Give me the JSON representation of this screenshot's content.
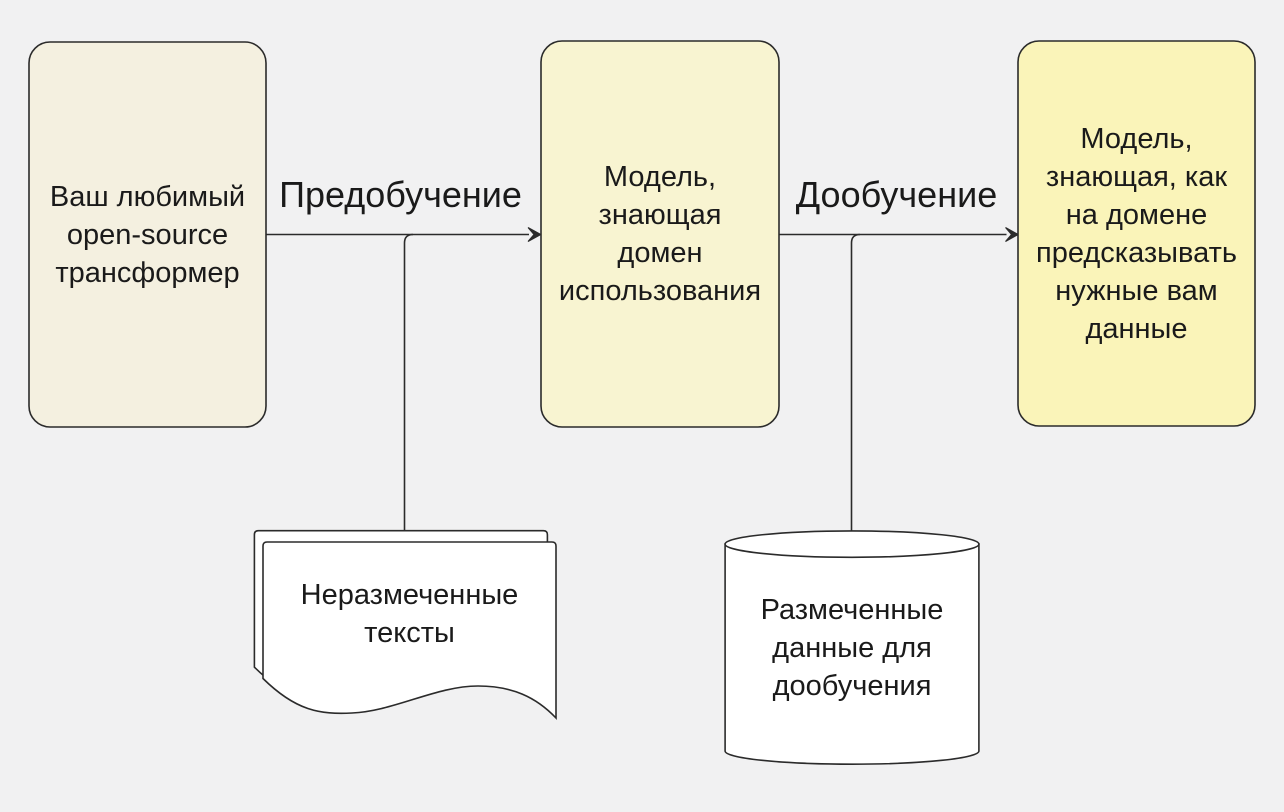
{
  "colors": {
    "background": "#f1f1f2",
    "stroke": "#2b2b2b",
    "text": "#1a1a1a",
    "source_model_fill": "#f4f0e0",
    "domain_model_fill": "#f8f4d1",
    "final_model_fill": "#faf4b9",
    "data_shape_fill": "#ffffff"
  },
  "nodes": {
    "source_model": {
      "label": "Ваш любимый\nopen-source\nтрансформер"
    },
    "domain_model": {
      "label": "Модель,\nзнающая\nдомен\nиспользования"
    },
    "final_model": {
      "label": "Модель,\nзнающая, как\nна домене\nпредсказывать\nнужные вам\nданные"
    },
    "unlabeled_texts": {
      "label": "Неразмеченные\nтексты"
    },
    "labeled_data": {
      "label": "Размеченные\nданные для\nдообучения"
    }
  },
  "edges": {
    "pretraining": {
      "label": "Предобучение"
    },
    "finetuning": {
      "label": "Дообучение"
    }
  }
}
